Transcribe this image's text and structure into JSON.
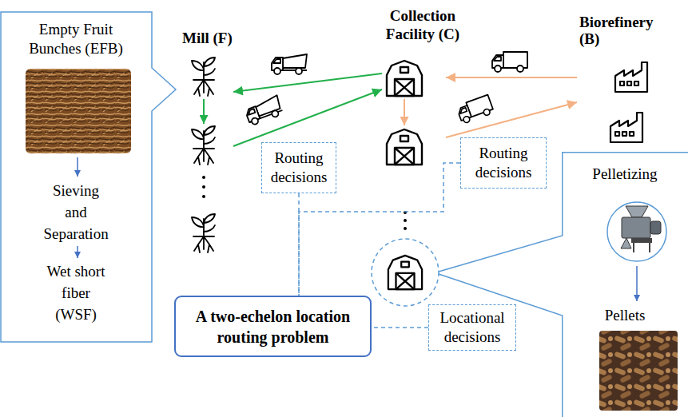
{
  "diagram": {
    "nodes": [
      {
        "text": [
          "Empty Fruit Bunches (EFB)",
          "Sieving and Separation",
          "Wet short fiber (WSF)"
        ]
      },
      {
        "text": [
          "Mill (F)"
        ]
      },
      {
        "text": [
          "Collection Facility (C)"
        ]
      },
      {
        "text": [
          "Biorefinery (B)"
        ]
      },
      {
        "text": [
          "Routing decisions"
        ]
      },
      {
        "text": [
          "Routing decisions"
        ]
      },
      {
        "text": [
          "A two-echelon location routing problem"
        ]
      },
      {
        "text": [
          "Locational decisions"
        ]
      },
      {
        "text": [
          "Pelletizing",
          "Pellets"
        ]
      }
    ],
    "edges": [
      {
        "from": 2,
        "to": 1,
        "arrow": "to"
      },
      {
        "from": 1,
        "to": 2,
        "arrow": "to"
      },
      {
        "from": 3,
        "to": 2,
        "arrow": "to"
      },
      {
        "from": 2,
        "to": 3,
        "arrow": "to"
      },
      {
        "from": 4,
        "to": 6,
        "arrow": "none"
      },
      {
        "from": 5,
        "to": 6,
        "arrow": "none"
      },
      {
        "from": 7,
        "to": 6,
        "arrow": "none"
      }
    ]
  }
}
